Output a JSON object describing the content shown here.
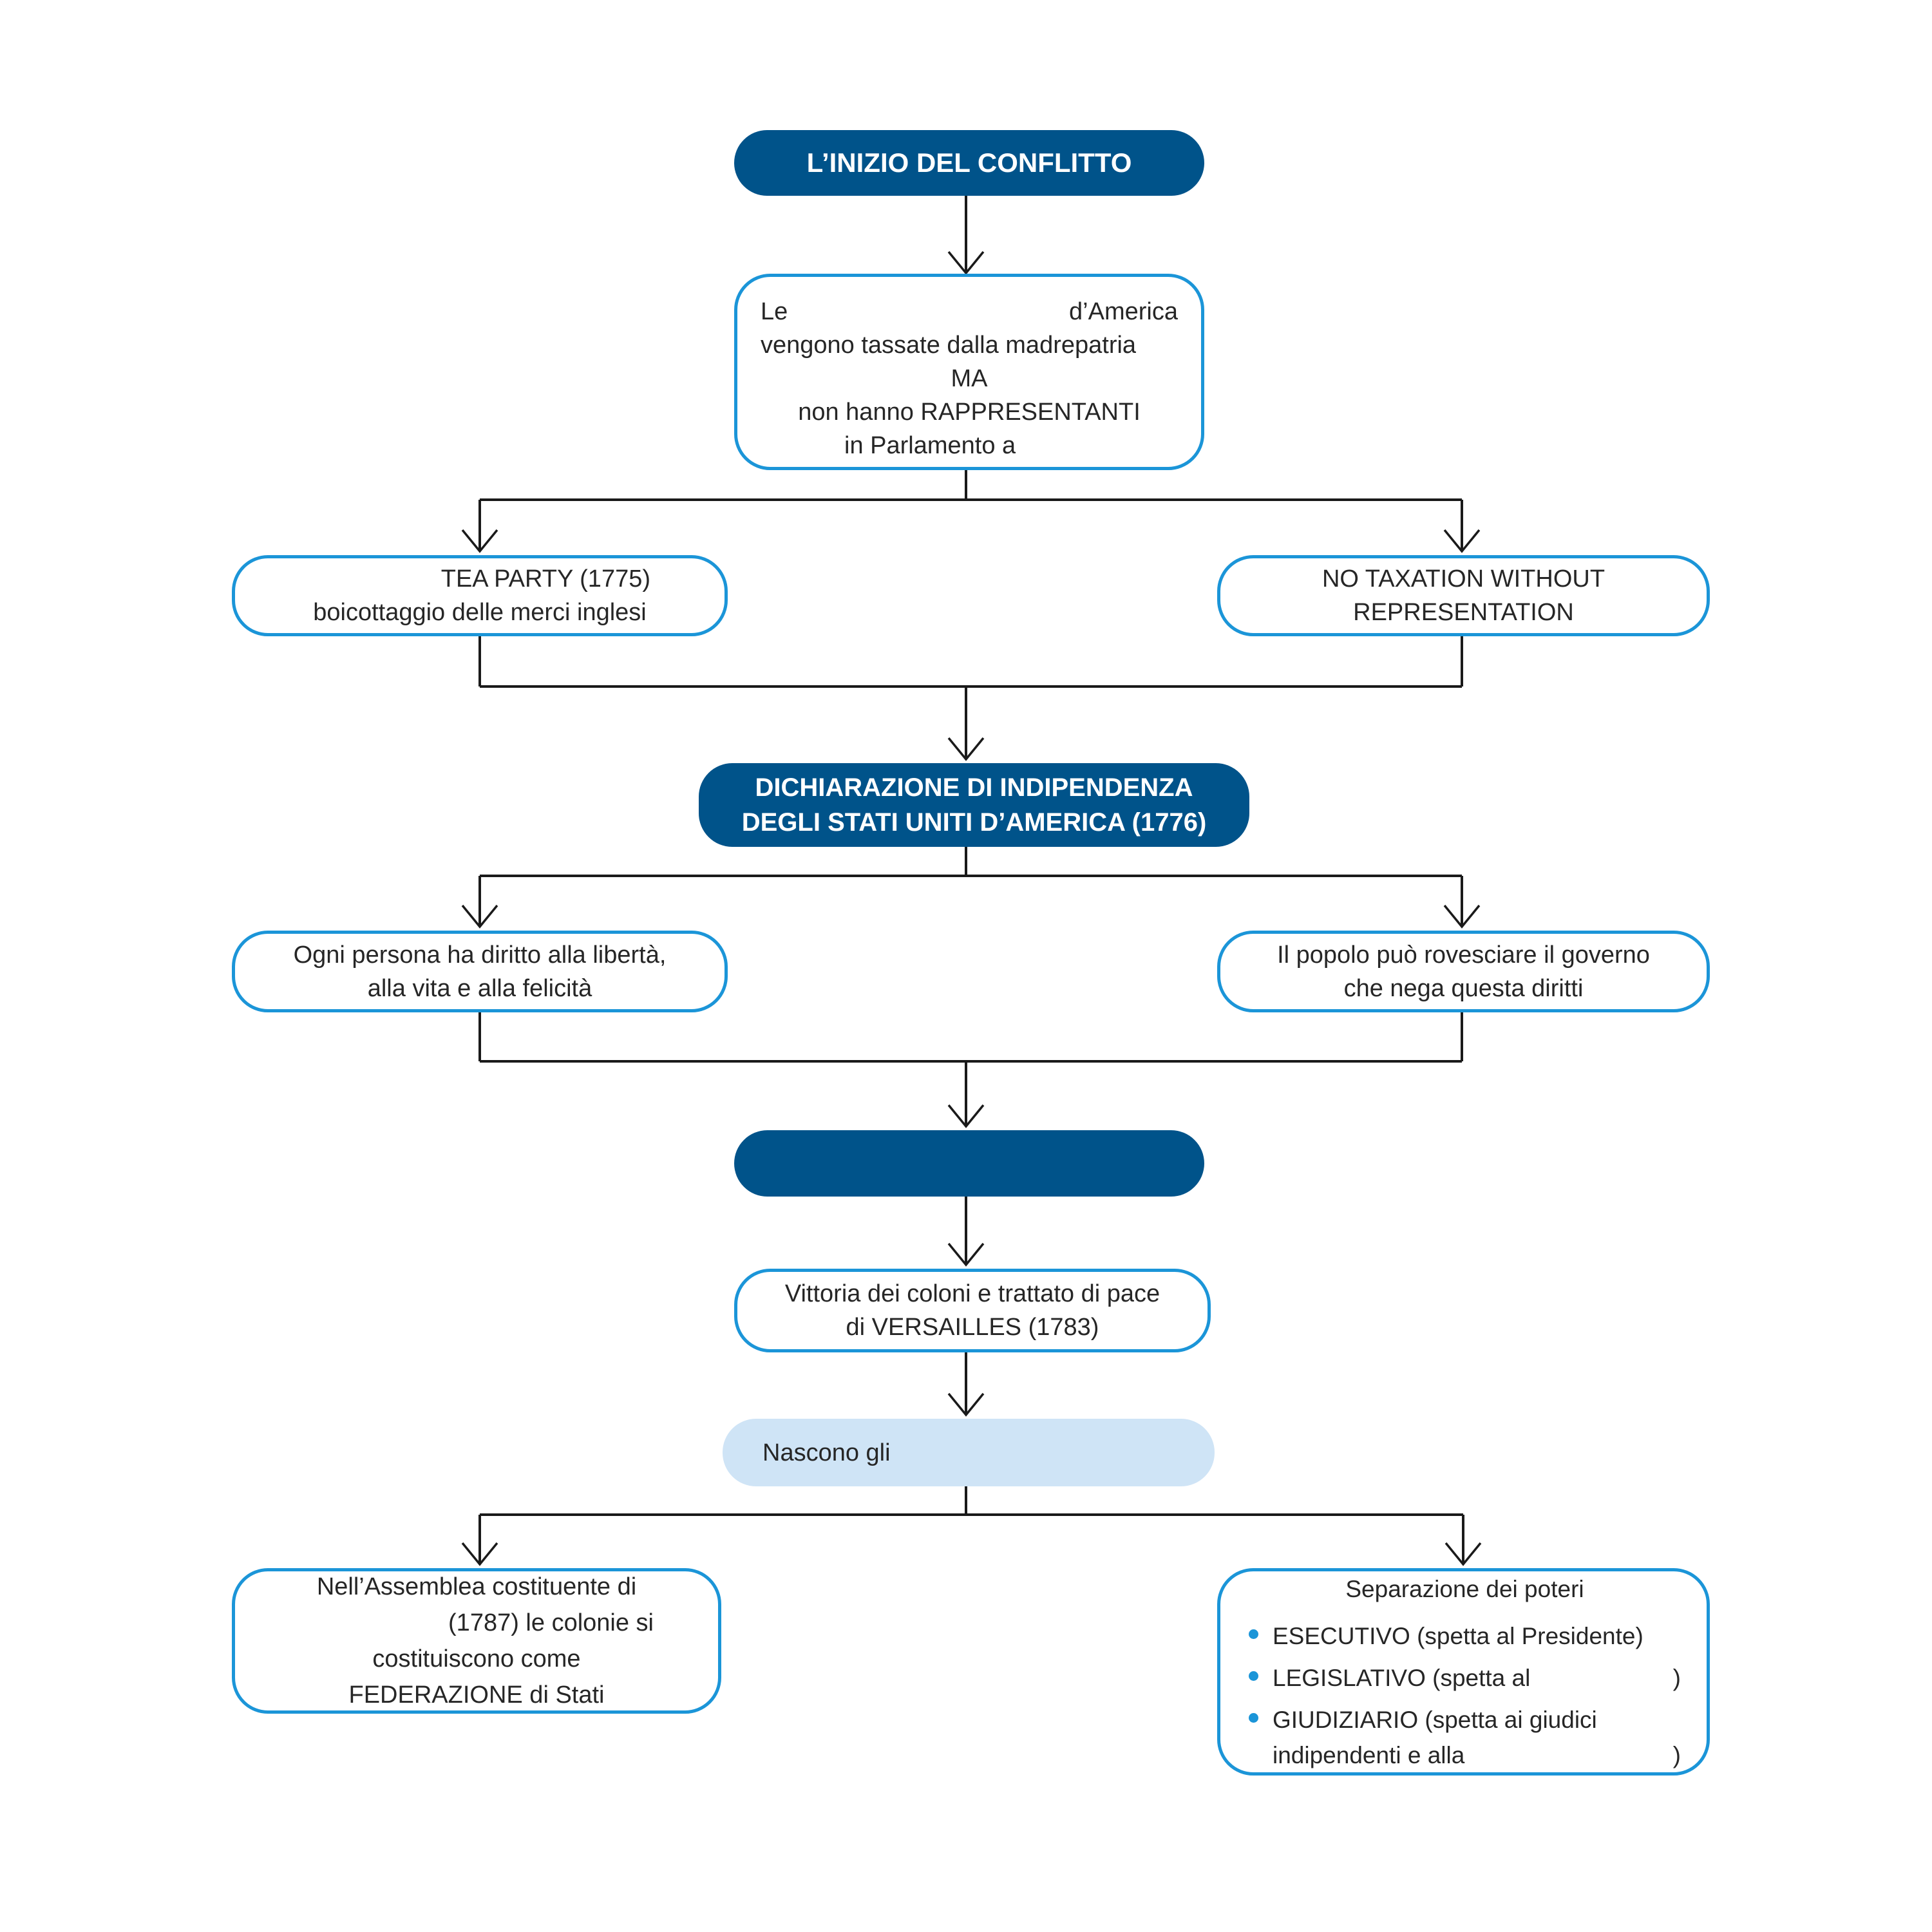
{
  "palette": {
    "dark_blue": "#00538a",
    "accent_blue": "#1b95d8",
    "light_blue_fill": "#cfe4f6",
    "text": "#262626",
    "line": "#1a1a1a"
  },
  "flowchart": {
    "start_box": {
      "label": "L’INIZIO DEL CONFLITTO"
    },
    "taxation_box": {
      "line1_start": "Le",
      "line1_end": "d’America",
      "line2": "vengono tassate dalla madrepatria",
      "line3": "MA",
      "line4": "non hanno RAPPRESENTANTI",
      "line5": "in Parlamento a"
    },
    "tea_party_box": {
      "line1": "TEA PARTY (1775)",
      "line2": "boicottaggio delle merci inglesi"
    },
    "no_taxation_box": {
      "line1": "NO TAXATION WITHOUT",
      "line2": "REPRESENTATION"
    },
    "declaration_box": {
      "line1": "DICHIARAZIONE DI INDIPENDENZA",
      "line2": "DEGLI STATI UNITI D’AMERICA (1776)"
    },
    "rights_box": {
      "line1": "Ogni persona ha diritto alla libertà,",
      "line2": "alla vita e alla felicità"
    },
    "overthrow_box": {
      "line1": "Il popolo può rovesciare il governo",
      "line2": "che nega questa diritti"
    },
    "empty_box": {
      "label": ""
    },
    "victory_box": {
      "line1": "Vittoria dei coloni e trattato di pace",
      "line2": "di VERSAILLES (1783)"
    },
    "birth_box": {
      "label": "Nascono gli"
    },
    "assembly_box": {
      "line1": "Nell’Assemblea costituente di",
      "line2": "(1787) le colonie si",
      "line3": "costituiscono come",
      "line4": "FEDERAZIONE di Stati"
    },
    "separation_box": {
      "title": "Separazione dei poteri",
      "bullet1": "ESECUTIVO (spetta al Presidente)",
      "bullet2_text": "LEGISLATIVO (spetta al",
      "bullet2_close": ")",
      "bullet3_line1": "GIUDIZIARIO (spetta ai giudici",
      "bullet3_line2": "indipendenti e alla",
      "bullet3_close": ")"
    }
  }
}
